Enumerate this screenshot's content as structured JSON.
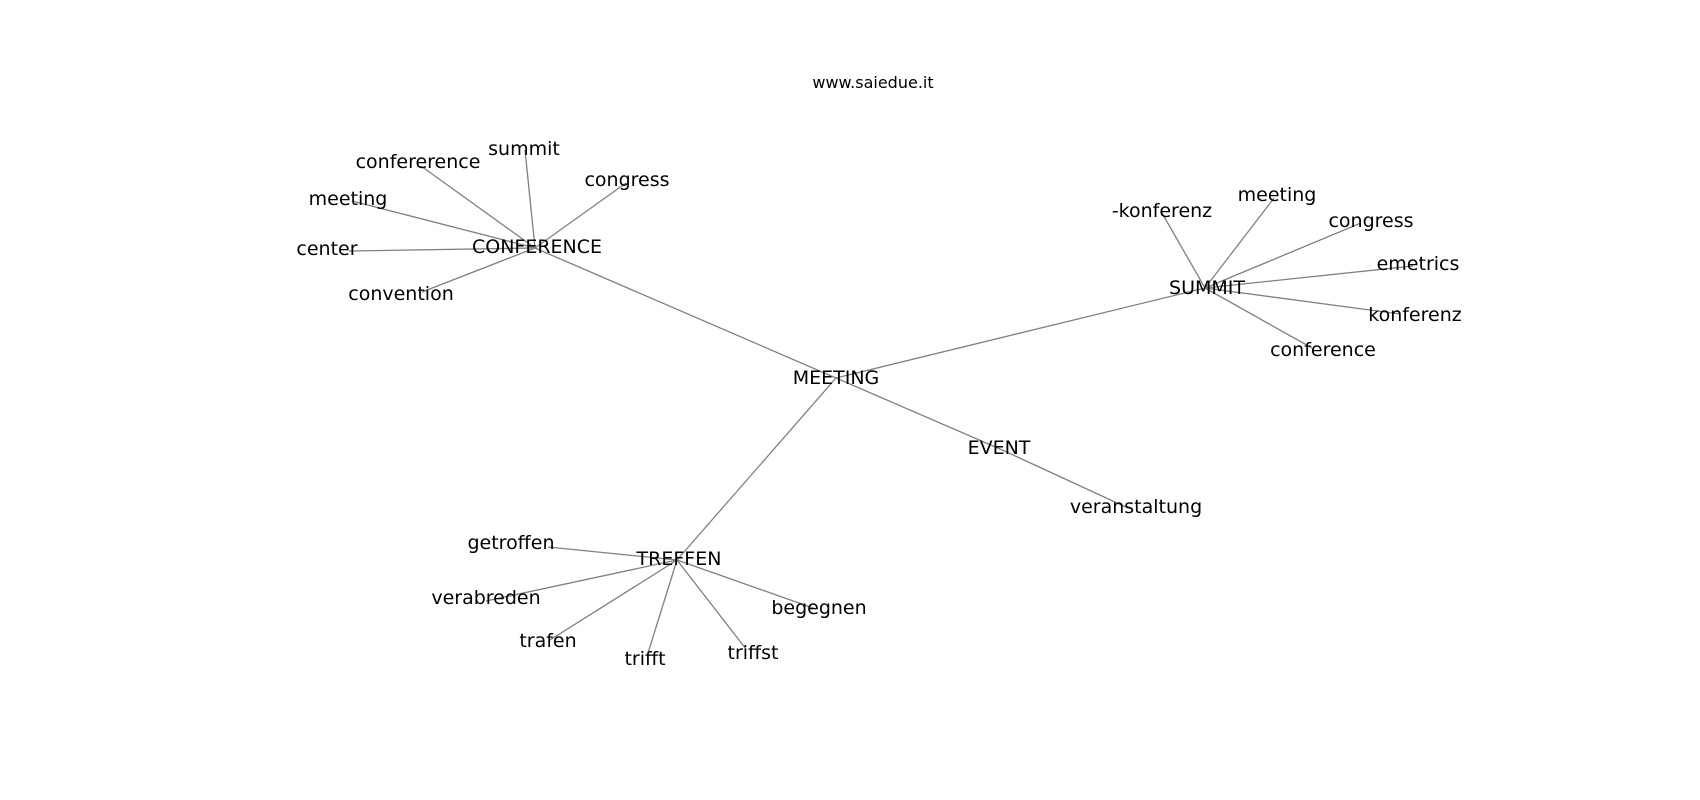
{
  "header": {
    "site": "www.saiedue.it"
  },
  "graph": {
    "edge_color": "#808080",
    "text_color": "#000000",
    "nodes": [
      {
        "id": "meeting_hub",
        "label": "MEETING"
      },
      {
        "id": "conference_hub",
        "label": "CONFERENCE"
      },
      {
        "id": "summit_hub",
        "label": "SUMMIT"
      },
      {
        "id": "event_hub",
        "label": "EVENT"
      },
      {
        "id": "treffen_hub",
        "label": "TREFFEN"
      },
      {
        "id": "c_confererence",
        "label": "confererence"
      },
      {
        "id": "c_summit",
        "label": "summit"
      },
      {
        "id": "c_congress",
        "label": "congress"
      },
      {
        "id": "c_meeting",
        "label": "meeting"
      },
      {
        "id": "c_center",
        "label": "center"
      },
      {
        "id": "c_convention",
        "label": "convention"
      },
      {
        "id": "s_konferenz_dash",
        "label": "-konferenz"
      },
      {
        "id": "s_meeting",
        "label": "meeting"
      },
      {
        "id": "s_congress",
        "label": "congress"
      },
      {
        "id": "s_emetrics",
        "label": "emetrics"
      },
      {
        "id": "s_konferenz",
        "label": "konferenz"
      },
      {
        "id": "s_conference",
        "label": "conference"
      },
      {
        "id": "e_veranstaltung",
        "label": "veranstaltung"
      },
      {
        "id": "t_getroffen",
        "label": "getroffen"
      },
      {
        "id": "t_verabreden",
        "label": "verabreden"
      },
      {
        "id": "t_trafen",
        "label": "trafen"
      },
      {
        "id": "t_trifft",
        "label": "trifft"
      },
      {
        "id": "t_triffst",
        "label": "triffst"
      },
      {
        "id": "t_begegnen",
        "label": "begegnen"
      }
    ],
    "edges": [
      [
        "meeting_hub",
        "conference_hub"
      ],
      [
        "meeting_hub",
        "summit_hub"
      ],
      [
        "meeting_hub",
        "event_hub"
      ],
      [
        "meeting_hub",
        "treffen_hub"
      ],
      [
        "conference_hub",
        "c_confererence"
      ],
      [
        "conference_hub",
        "c_summit"
      ],
      [
        "conference_hub",
        "c_congress"
      ],
      [
        "conference_hub",
        "c_meeting"
      ],
      [
        "conference_hub",
        "c_center"
      ],
      [
        "conference_hub",
        "c_convention"
      ],
      [
        "summit_hub",
        "s_konferenz_dash"
      ],
      [
        "summit_hub",
        "s_meeting"
      ],
      [
        "summit_hub",
        "s_congress"
      ],
      [
        "summit_hub",
        "s_emetrics"
      ],
      [
        "summit_hub",
        "s_konferenz"
      ],
      [
        "summit_hub",
        "s_conference"
      ],
      [
        "event_hub",
        "e_veranstaltung"
      ],
      [
        "treffen_hub",
        "t_getroffen"
      ],
      [
        "treffen_hub",
        "t_verabreden"
      ],
      [
        "treffen_hub",
        "t_trafen"
      ],
      [
        "treffen_hub",
        "t_trifft"
      ],
      [
        "treffen_hub",
        "t_triffst"
      ],
      [
        "treffen_hub",
        "t_begegnen"
      ]
    ]
  }
}
